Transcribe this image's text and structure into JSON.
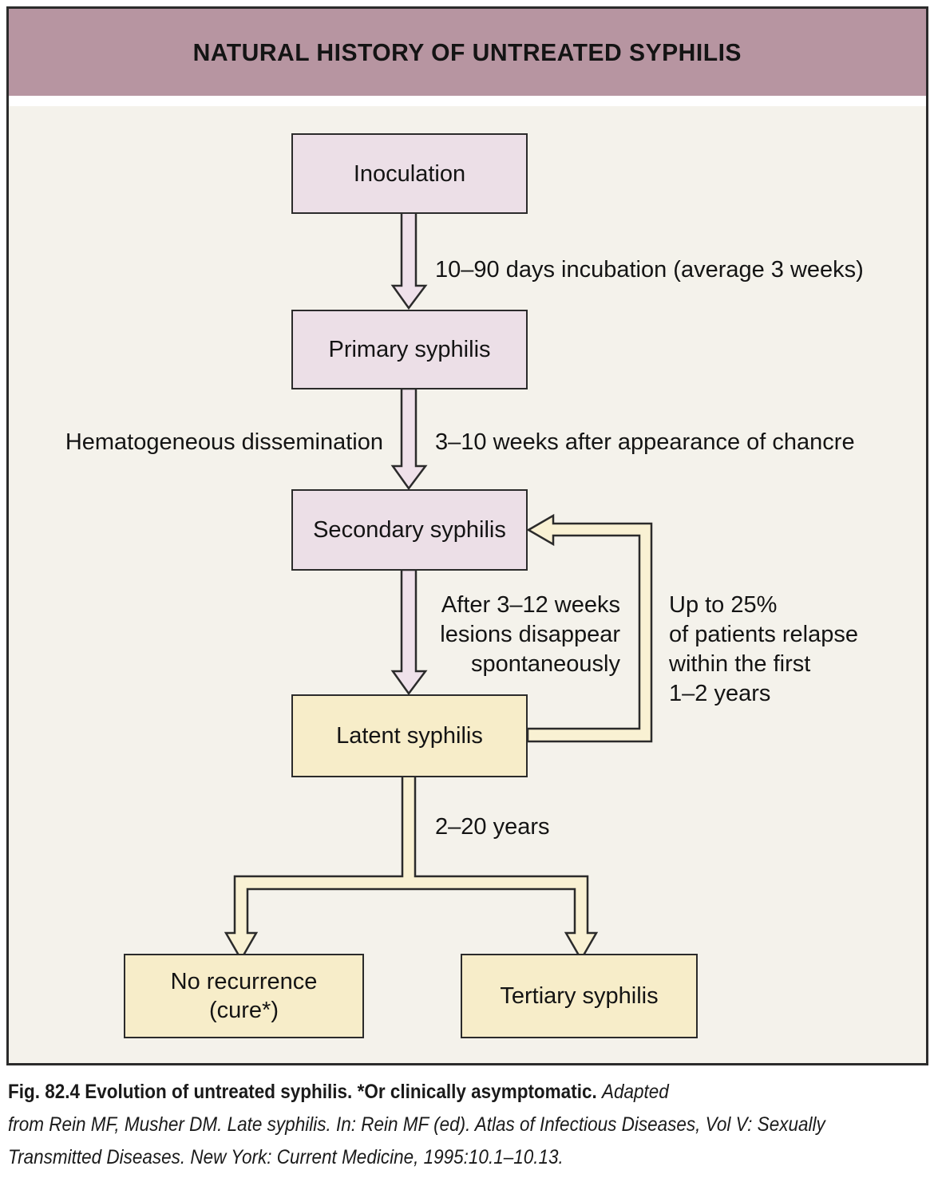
{
  "header": {
    "title": "NATURAL HISTORY OF UNTREATED SYPHILIS"
  },
  "flowchart": {
    "nodes": {
      "inoculation": {
        "label": "Inoculation"
      },
      "primary": {
        "label": "Primary syphilis"
      },
      "secondary": {
        "label": "Secondary syphilis"
      },
      "latent": {
        "label": "Latent syphilis"
      },
      "no_recurrence": {
        "label": "No recurrence\n(cure*)"
      },
      "tertiary": {
        "label": "Tertiary syphilis"
      }
    },
    "edge_labels": {
      "incubation": "10–90 days incubation (average 3 weeks)",
      "dissemination": "Hematogeneous dissemination",
      "chancre": "3–10 weeks after appearance of chancre",
      "lesions": "After 3–12 weeks\nlesions disappear\nspontaneously",
      "relapse": "Up to 25%\nof patients relapse\nwithin the first\n1–2 years",
      "years": "2–20 years"
    }
  },
  "caption": {
    "line1_bold": "Fig. 82.4 Evolution of untreated syphilis.",
    "line1_bold2": "*Or clinically asymptomatic.",
    "line1_italic": "Adapted",
    "line2": "from Rein MF, Musher DM. Late syphilis. In: Rein MF (ed). Atlas of Infectious Diseases, Vol V: Sexually",
    "line3": "Transmitted Diseases. New York: Current Medicine, 1995:10.1–10.13."
  },
  "colors": {
    "header_bg": "#B795A1",
    "panel_bg": "#F4F2EB",
    "panel_border": "#2b2b2b",
    "stage_box_pink": "#ECDFE7",
    "stage_box_yellow": "#F7EDC9",
    "arrow_pink": "#EFE1EA",
    "arrow_yellow": "#F9F1D3",
    "text": "#141414"
  }
}
